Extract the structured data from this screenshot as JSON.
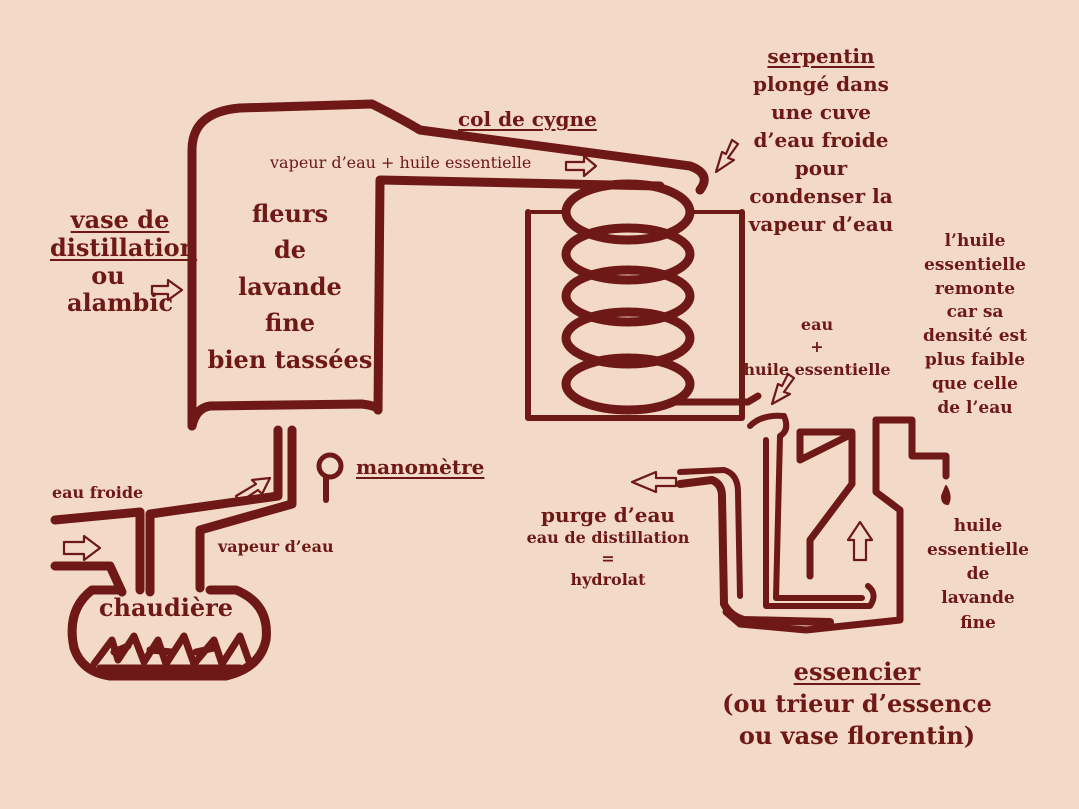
{
  "colors": {
    "background": "#f2d9c8",
    "ink": "#6e1818"
  },
  "labels": {
    "vase": {
      "title_l1": "vase de",
      "title_l2": "distillation",
      "l3": "ou",
      "l4": "alambic"
    },
    "fleurs": [
      "fleurs",
      "de",
      "lavande",
      "fine",
      "bien tassées"
    ],
    "col_de_cygne": "col de cygne",
    "vapeur_huile": "vapeur d’eau + huile essentielle",
    "serpentin": {
      "title": "serpentin",
      "lines": [
        "plongé dans",
        "une cuve",
        "d’eau froide",
        "pour",
        "condenser la",
        "vapeur d’eau"
      ]
    },
    "huile_remonte": [
      "l’huile",
      "essentielle",
      "remonte",
      "car sa",
      "densité est",
      "plus faible",
      "que celle",
      "de l’eau"
    ],
    "eau_huile": [
      "eau",
      "+",
      "huile essentielle"
    ],
    "manometre": "manomètre",
    "eau_froide": "eau froide",
    "vapeur_eau": "vapeur d’eau",
    "chaudiere": "chaudière",
    "purge": {
      "title": "purge d’eau",
      "lines": [
        "eau de distillation",
        "=",
        "hydrolat"
      ]
    },
    "huile_lavande": [
      "huile",
      "essentielle",
      "de",
      "lavande",
      "fine"
    ],
    "essencier": {
      "title": "essencier",
      "l2": "(ou trieur d’essence",
      "l3": "ou vase florentin)"
    }
  }
}
